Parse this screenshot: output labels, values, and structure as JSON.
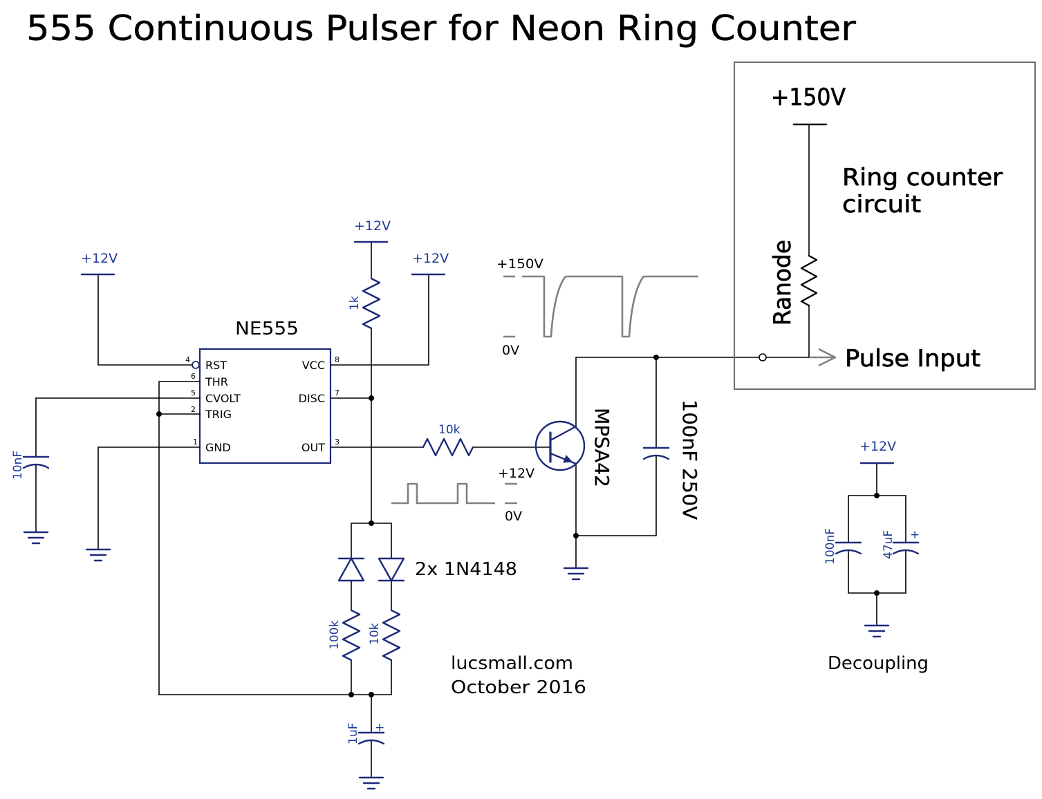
{
  "title": "555 Continuous Pulser for Neon Ring Counter",
  "colors": {
    "wire": "#000000",
    "symbol": "#1c2a7a",
    "label": "#1f3b9a",
    "waveform": "#808080",
    "frame": "#6e6e6e",
    "text": "#000000",
    "background": "#ffffff"
  },
  "ic": {
    "name": "NE555",
    "pins": {
      "rst": {
        "number": "4",
        "label": "RST"
      },
      "thr": {
        "number": "6",
        "label": "THR"
      },
      "cvolt": {
        "number": "5",
        "label": "CVOLT"
      },
      "trig": {
        "number": "2",
        "label": "TRIG"
      },
      "gnd": {
        "number": "1",
        "label": "GND"
      },
      "vcc": {
        "number": "8",
        "label": "VCC"
      },
      "disc": {
        "number": "7",
        "label": "DISC"
      },
      "out": {
        "number": "3",
        "label": "OUT"
      }
    }
  },
  "supplies": {
    "reset_supply": "+12V",
    "timing_supply": "+12V",
    "vcc_supply": "+12V",
    "decoupling_supply": "+12V"
  },
  "components": {
    "r_timing_pullup": "1k",
    "r_base": "10k",
    "r_discharge": "100k",
    "r_charge": "10k",
    "c_control": "10nF",
    "c_timing": "1uF",
    "c_output": "100nF 250V",
    "c_decoupling_ceramic": "100nF",
    "c_decoupling_electrolytic": "47uF",
    "transistor": "MPSA42",
    "diodes": "2x 1N4148",
    "polarity_mark": "+"
  },
  "waveforms": {
    "output_high": "+150V",
    "output_low": "0V",
    "drive_high": "+12V",
    "drive_low": "0V"
  },
  "ring_counter": {
    "supply": "+150V",
    "resistor": "Ranode",
    "caption_line1": "Ring counter",
    "caption_line2": "circuit",
    "input": "Pulse Input"
  },
  "credits": {
    "site": "lucsmall.com",
    "date": "October 2016"
  },
  "decoupling_caption": "Decoupling"
}
